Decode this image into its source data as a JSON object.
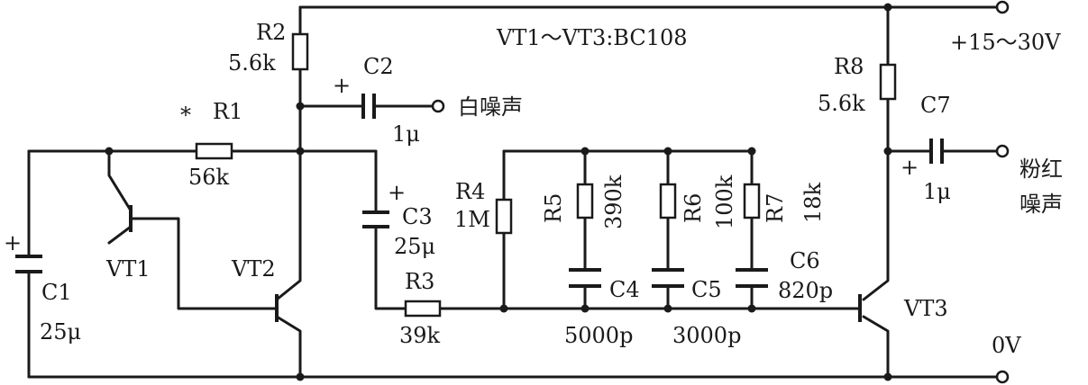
{
  "title": "VT1～VT3:BC108",
  "supply_label": "+15～30V",
  "ground_label": "0V",
  "outputs": {
    "white_noise": "白噪声",
    "pink_noise_line1": "粉红",
    "pink_noise_line2": "噪声"
  },
  "star_mark": "*",
  "plus_sign": "+",
  "components": {
    "R1": {
      "name": "R1",
      "value": "56k"
    },
    "R2": {
      "name": "R2",
      "value": "5.6k"
    },
    "R3": {
      "name": "R3",
      "value": "39k"
    },
    "R4": {
      "name": "R4",
      "value": "1M"
    },
    "R5": {
      "name": "R5",
      "value": "390k"
    },
    "R6": {
      "name": "R6",
      "value": "100k"
    },
    "R7": {
      "name": "R7",
      "value": "18k"
    },
    "R8": {
      "name": "R8",
      "value": "5.6k"
    },
    "C1": {
      "name": "C1",
      "value": "25μ"
    },
    "C2": {
      "name": "C2",
      "value": "1μ"
    },
    "C3": {
      "name": "C3",
      "value": "25μ"
    },
    "C4": {
      "name": "C4",
      "value": "5000p"
    },
    "C5": {
      "name": "C5",
      "value": "3000p"
    },
    "C6": {
      "name": "C6",
      "value": "820p"
    },
    "C7": {
      "name": "C7",
      "value": "1μ"
    },
    "VT1": {
      "name": "VT1"
    },
    "VT2": {
      "name": "VT2"
    },
    "VT3": {
      "name": "VT3"
    }
  }
}
